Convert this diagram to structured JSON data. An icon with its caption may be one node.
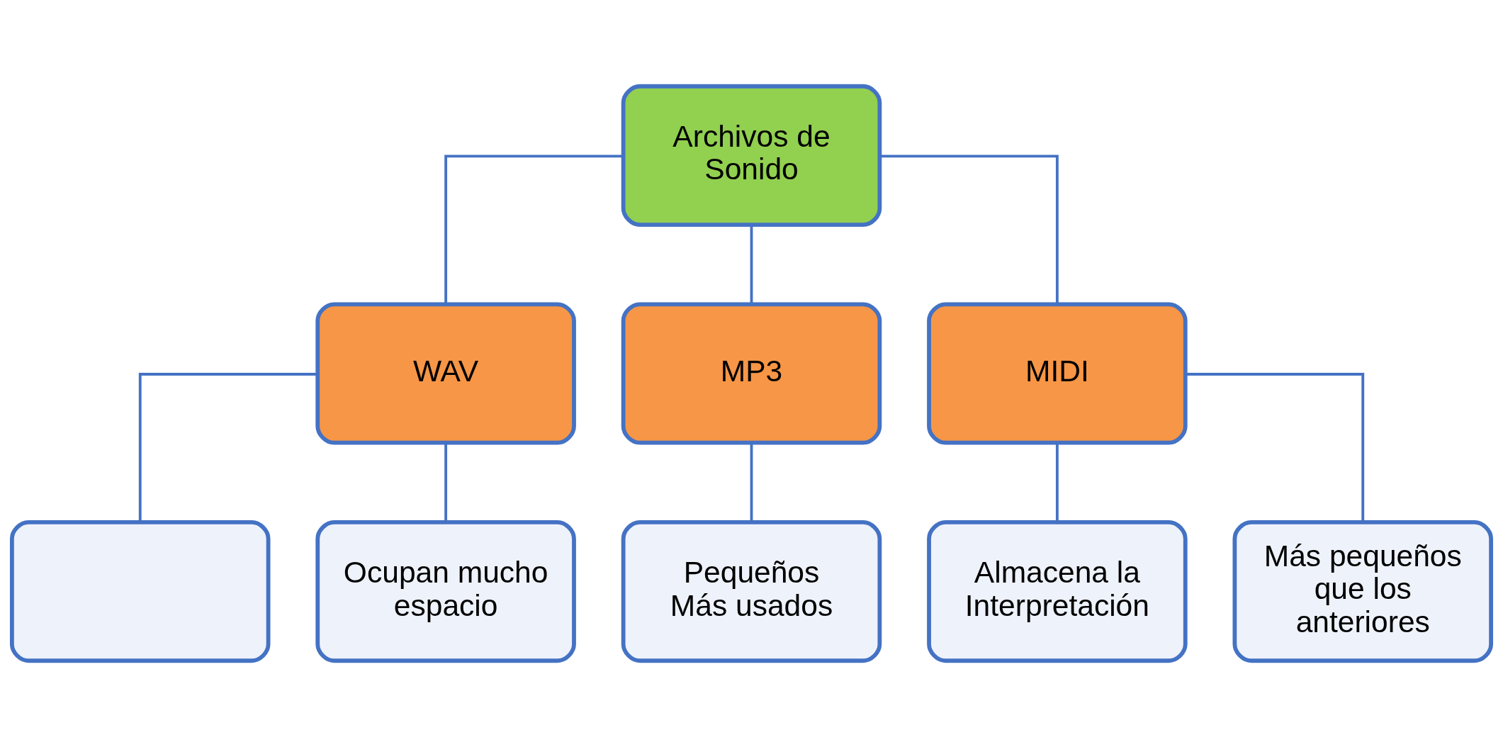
{
  "diagram": {
    "nodes": [
      {
        "text": [
          "Archivos de Sonido"
        ]
      },
      {
        "text": [
          "WAV"
        ]
      },
      {
        "text": [
          "MP3"
        ]
      },
      {
        "text": [
          "MIDI"
        ]
      },
      {
        "text": [],
        "shape": "box"
      },
      {
        "text": [
          "Ocupan mucho espacio"
        ]
      },
      {
        "text": [
          "Pequeños",
          "Más usados"
        ]
      },
      {
        "text": [
          "Almacena la Interpretación"
        ]
      },
      {
        "text": [
          "Más pequeños que los anteriores"
        ]
      }
    ],
    "edges": [
      {
        "from": 0,
        "to": 1,
        "arrow": "none"
      },
      {
        "from": 0,
        "to": 2,
        "arrow": "none"
      },
      {
        "from": 0,
        "to": 3,
        "arrow": "none"
      },
      {
        "from": 1,
        "to": 4,
        "arrow": "none"
      },
      {
        "from": 1,
        "to": 5,
        "arrow": "none"
      },
      {
        "from": 2,
        "to": 6,
        "arrow": "none"
      },
      {
        "from": 3,
        "to": 7,
        "arrow": "none"
      },
      {
        "from": 3,
        "to": 8,
        "arrow": "none"
      }
    ]
  }
}
